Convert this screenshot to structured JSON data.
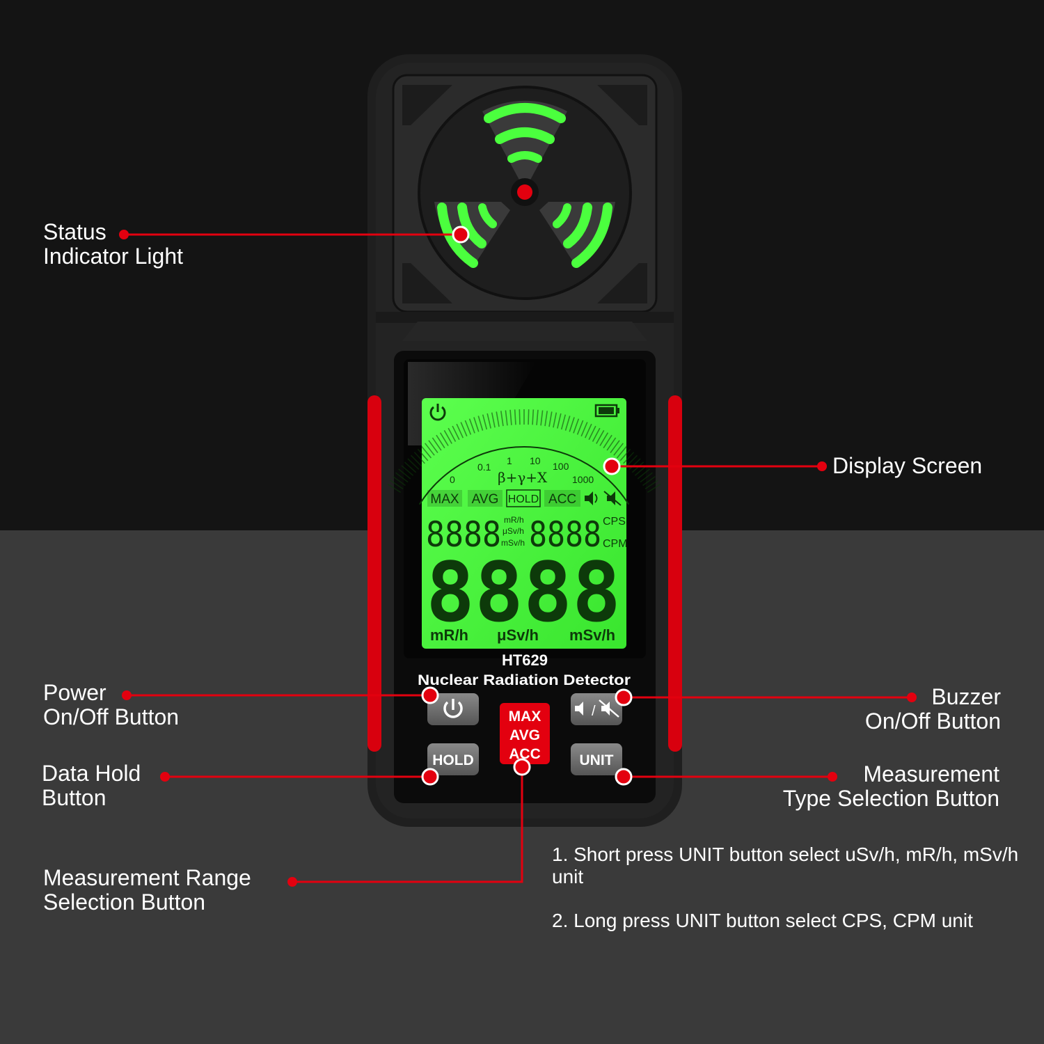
{
  "device": {
    "model": "HT629",
    "product_name": "Nuclear Radiation Detector",
    "colors": {
      "accent_red": "#e3000f",
      "lcd_green": "#4bff3e",
      "body_black": "#1c1c1c",
      "button_gray": "#6b6b6b"
    }
  },
  "lcd": {
    "scale_labels": [
      "0",
      "0.1",
      "1",
      "10",
      "100",
      "1000"
    ],
    "radiation_types": "β+γ+X",
    "modes": [
      "MAX",
      "AVG",
      "HOLD",
      "ACC"
    ],
    "small_units": [
      "mR/h",
      "μSv/h",
      "mSv/h"
    ],
    "count_units": [
      "CPS",
      "CPM"
    ],
    "main_units": [
      "mR/h",
      "μSv/h",
      "mSv/h"
    ],
    "small_digits_left": "8888",
    "small_digits_right": "8888",
    "main_digits": "8888",
    "icons": [
      "power-icon",
      "battery-icon",
      "speaker-icon",
      "mute-icon"
    ]
  },
  "buttons": {
    "power_icon": "power-icon",
    "buzzer_icon": "speaker-mute-icon",
    "buzzer_separator": "/",
    "hold_label": "HOLD",
    "unit_label": "UNIT",
    "range_labels": [
      "MAX",
      "AVG",
      "ACC"
    ]
  },
  "callouts": {
    "status_light": [
      "Status",
      "Indicator Light"
    ],
    "display_screen": [
      "Display Screen"
    ],
    "power_button": [
      "Power",
      "On/Off Button"
    ],
    "buzzer_button": [
      "Buzzer",
      "On/Off Button"
    ],
    "hold_button": [
      "Data Hold",
      "Button"
    ],
    "unit_button": [
      "Measurement",
      "Type Selection Button"
    ],
    "range_button": [
      "Measurement Range",
      "Selection Button"
    ]
  },
  "notes": [
    "1. Short press UNIT button select uSv/h, mR/h, mSv/h unit",
    "2. Long press UNIT button select CPS, CPM unit"
  ]
}
